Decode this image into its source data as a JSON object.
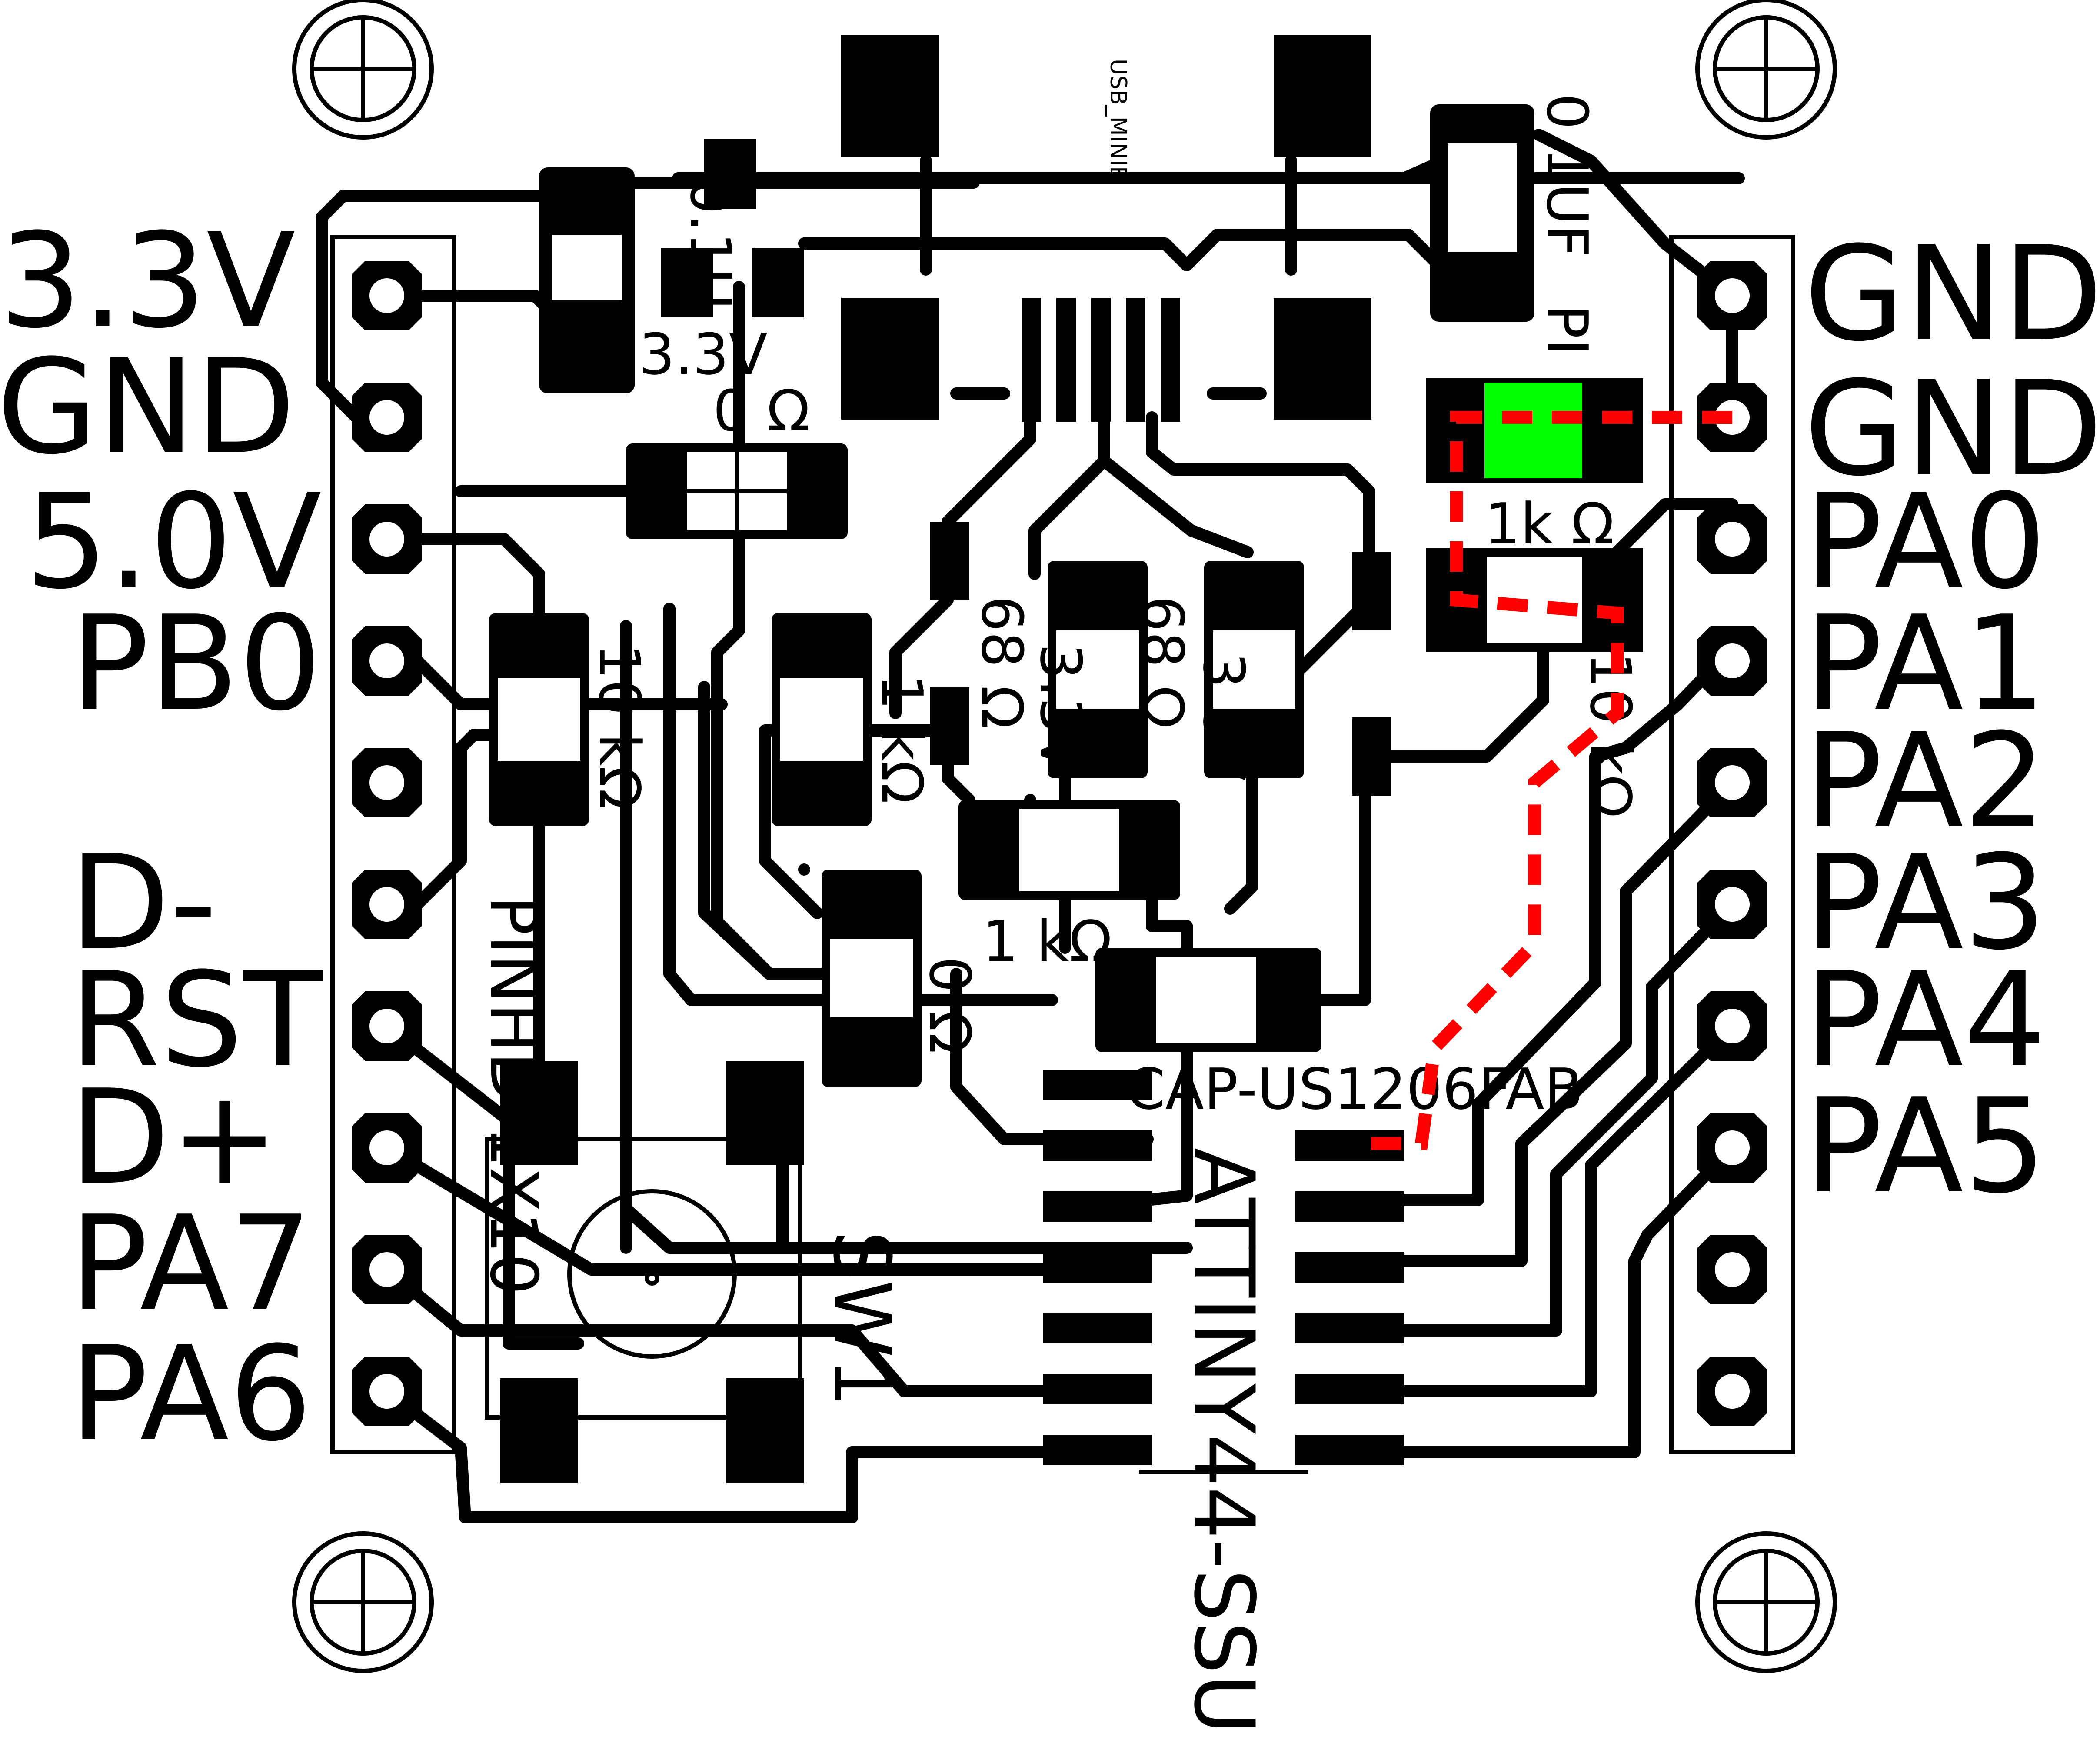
{
  "board": {
    "left_header_labels": [
      "3.3V",
      "GND",
      "5.0V",
      "PB0",
      "D-",
      "RST",
      "D+",
      "PA7",
      "PA6"
    ],
    "right_header_labels": [
      "GND",
      "GND",
      "PA0",
      "PA1",
      "PA2",
      "PA3",
      "PA4",
      "PA5"
    ],
    "component_labels": {
      "usb": "USB_MINIB",
      "cap_top": "0.1UF",
      "cap_top_suffix": "PI",
      "cap_left": "0.1U",
      "reg_3v3": "3.3V",
      "r_0ohm": "0 Ω",
      "r_10k_left": "10 kΩ",
      "r_1k_mid": "1 kΩ",
      "r_68_a": "68 Ω",
      "r_68_b": "68 Ω",
      "zener_a": "3.3V",
      "zener_b": "3.3V",
      "r_1k_lower": "1 kΩ",
      "r_0_lower": "0 Ω",
      "r_1k_right": "1k Ω",
      "r_10k_right": "10 kΩ",
      "cap_us": "CAP-US1206FAB",
      "pin_header": "PINHD-1X10",
      "switch": "SW1",
      "mcu": "ATTINY44-SSU"
    },
    "colors": {
      "copper": "#000000",
      "highlight_pad": "#00ff00",
      "dashed_path": "#ff0000"
    }
  }
}
